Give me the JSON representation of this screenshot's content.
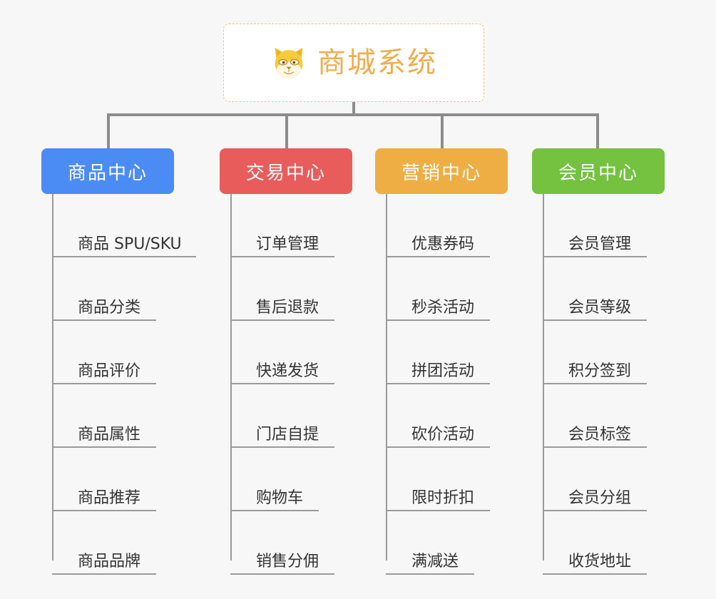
{
  "page": {
    "background_color": "#f7f7f7",
    "connector_color": "#8c8c8c",
    "rule_color": "#9a9a9a",
    "leaf_text_color": "#333333"
  },
  "root": {
    "title": "商城系统",
    "icon": "shiba-dog-icon",
    "title_color": "#f0ad4e",
    "border_color": "#f3c16b",
    "background": "#ffffff"
  },
  "columns": [
    {
      "label": "商品中心",
      "color": "#4b8bf4",
      "icon": "product-center-node",
      "items": [
        {
          "label": "商品 SPU/SKU",
          "rule_width": 202
        },
        {
          "label": "商品分类",
          "rule_width": 146
        },
        {
          "label": "商品评价",
          "rule_width": 146
        },
        {
          "label": "商品属性",
          "rule_width": 146
        },
        {
          "label": "商品推荐",
          "rule_width": 146
        },
        {
          "label": "商品品牌",
          "rule_width": 146
        }
      ]
    },
    {
      "label": "交易中心",
      "color": "#e85c5c",
      "icon": "trade-center-node",
      "items": [
        {
          "label": "订单管理",
          "rule_width": 146
        },
        {
          "label": "售后退款",
          "rule_width": 146
        },
        {
          "label": "快递发货",
          "rule_width": 146
        },
        {
          "label": "门店自提",
          "rule_width": 146
        },
        {
          "label": "购物车",
          "rule_width": 124
        },
        {
          "label": "销售分佣",
          "rule_width": 146
        }
      ]
    },
    {
      "label": "营销中心",
      "color": "#eeae43",
      "icon": "marketing-center-node",
      "items": [
        {
          "label": "优惠券码",
          "rule_width": 146
        },
        {
          "label": "秒杀活动",
          "rule_width": 146
        },
        {
          "label": "拼团活动",
          "rule_width": 146
        },
        {
          "label": "砍价活动",
          "rule_width": 146
        },
        {
          "label": "限时折扣",
          "rule_width": 146
        },
        {
          "label": "满减送",
          "rule_width": 124
        }
      ]
    },
    {
      "label": "会员中心",
      "color": "#74c240",
      "icon": "member-center-node",
      "items": [
        {
          "label": "会员管理",
          "rule_width": 146
        },
        {
          "label": "会员等级",
          "rule_width": 146
        },
        {
          "label": "积分签到",
          "rule_width": 146
        },
        {
          "label": "会员标签",
          "rule_width": 146
        },
        {
          "label": "会员分组",
          "rule_width": 146
        },
        {
          "label": "收货地址",
          "rule_width": 146
        }
      ]
    }
  ]
}
